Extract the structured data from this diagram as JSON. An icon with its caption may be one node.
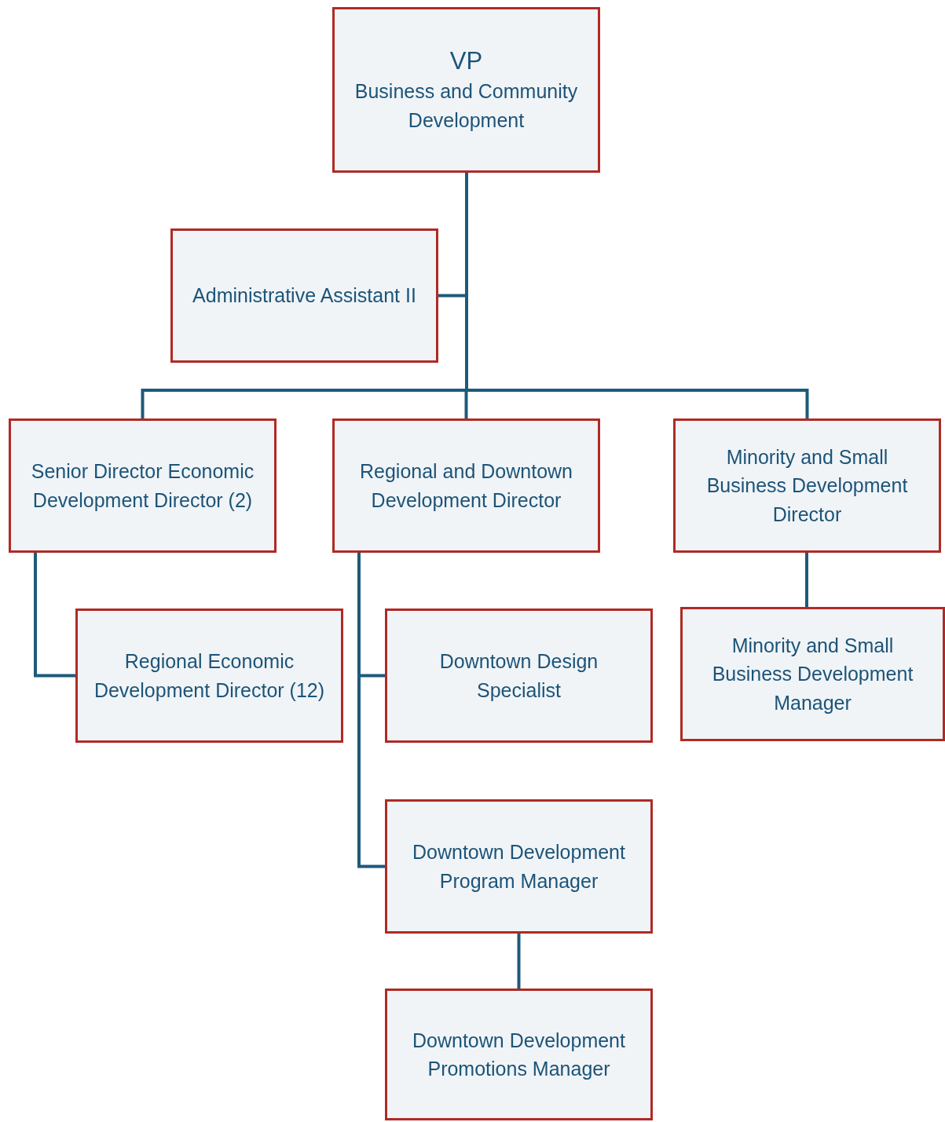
{
  "diagram": {
    "nodes": [
      {
        "text": [
          "VP",
          "Business and Community Development"
        ]
      },
      {
        "text": [
          "Administrative Assistant II"
        ]
      },
      {
        "text": [
          "Senior Director Economic Development Director (2)"
        ]
      },
      {
        "text": [
          "Regional and Downtown Development Director"
        ]
      },
      {
        "text": [
          "Minority and Small Business Development Director"
        ]
      },
      {
        "text": [
          "Regional Economic Development Director (12)"
        ]
      },
      {
        "text": [
          "Downtown Design Specialist"
        ]
      },
      {
        "text": [
          "Minority and Small Business Development Manager"
        ]
      },
      {
        "text": [
          "Downtown Development Program Manager"
        ]
      },
      {
        "text": [
          "Downtown Development Promotions Manager"
        ]
      }
    ],
    "edges": [
      {
        "from": 0,
        "to": 1,
        "arrow": "none"
      },
      {
        "from": 0,
        "to": 2,
        "arrow": "none"
      },
      {
        "from": 0,
        "to": 3,
        "arrow": "none"
      },
      {
        "from": 0,
        "to": 4,
        "arrow": "none"
      },
      {
        "from": 2,
        "to": 5,
        "arrow": "none"
      },
      {
        "from": 3,
        "to": 6,
        "arrow": "none"
      },
      {
        "from": 3,
        "to": 8,
        "arrow": "none"
      },
      {
        "from": 4,
        "to": 7,
        "arrow": "none"
      },
      {
        "from": 8,
        "to": 9,
        "arrow": "none"
      }
    ]
  }
}
